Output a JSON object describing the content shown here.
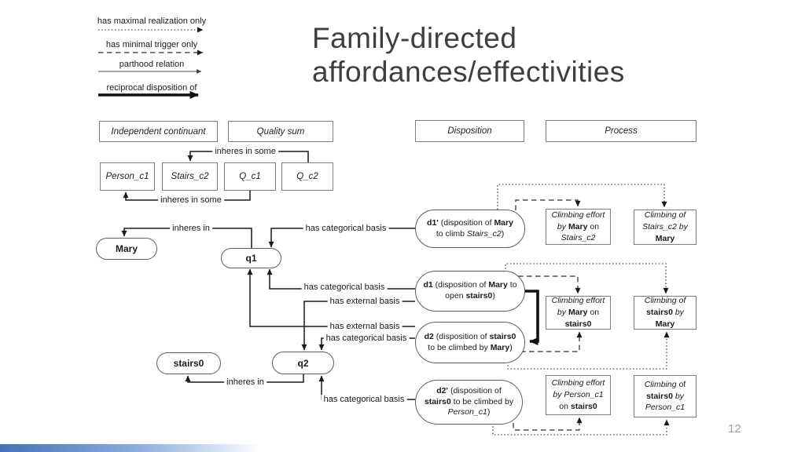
{
  "slide": {
    "title_line1": "Family-directed",
    "title_line2": "affordances/effectivities",
    "page_number": "12",
    "accent_bar_color": "#4472b8"
  },
  "legend": {
    "items": [
      {
        "label": "has maximal realization only",
        "style": "dotted-arrow"
      },
      {
        "label": "has minimal trigger only",
        "style": "dashed-arrow"
      },
      {
        "label": "parthood relation",
        "style": "thin-solid-arrow"
      },
      {
        "label": "reciprocal disposition of",
        "style": "thick-solid-arrow"
      }
    ]
  },
  "class_boxes": {
    "independent_continuant": "Independent continuant",
    "quality_sum": "Quality sum",
    "disposition": "Disposition",
    "process": "Process",
    "person_c1": "Person_c1",
    "stairs_c2": "Stairs_c2",
    "q_c1": "Q_c1",
    "q_c2": "Q_c2"
  },
  "instance_nodes": {
    "mary": "Mary",
    "q1": "q1",
    "q2": "q2",
    "stairs0": "stairs0"
  },
  "dispositions": {
    "d1p": [
      {
        "t": "d1'",
        "b": true
      },
      {
        "t": " (disposition of "
      },
      {
        "t": "Mary",
        "b": true
      },
      {
        "t": " to climb "
      },
      {
        "t": "Stairs_c2",
        "i": true
      },
      {
        "t": ")"
      }
    ],
    "d1": [
      {
        "t": "d1",
        "b": true
      },
      {
        "t": " (disposition of "
      },
      {
        "t": "Mary",
        "b": true
      },
      {
        "t": " to open "
      },
      {
        "t": "stairs0",
        "b": true
      },
      {
        "t": ")"
      }
    ],
    "d2": [
      {
        "t": "d2",
        "b": true
      },
      {
        "t": " (disposition of "
      },
      {
        "t": "stairs0",
        "b": true
      },
      {
        "t": " to be climbed by "
      },
      {
        "t": "Mary",
        "b": true
      },
      {
        "t": ")"
      }
    ],
    "d2p": [
      {
        "t": "d2'",
        "b": true
      },
      {
        "t": " (disposition of "
      },
      {
        "t": "stairs0",
        "b": true
      },
      {
        "t": " to be climbed by "
      },
      {
        "t": "Person_c1",
        "i": true
      },
      {
        "t": ")"
      }
    ]
  },
  "processes": {
    "row1_left": [
      {
        "t": "Climbing effort",
        "i": true
      },
      {
        "t": " by ",
        "i": true
      },
      {
        "t": "Mary",
        "b": true
      },
      {
        "t": " on "
      },
      {
        "t": "Stairs_c2",
        "i": true
      }
    ],
    "row1_right": [
      {
        "t": "Climbing of",
        "i": true
      },
      {
        "t": " "
      },
      {
        "t": "Stairs_c2 by",
        "i": true
      },
      {
        "t": " "
      },
      {
        "t": "Mary",
        "b": true
      }
    ],
    "row2_left": [
      {
        "t": "Climbing effort",
        "i": true
      },
      {
        "t": " by ",
        "i": true
      },
      {
        "t": "Mary",
        "b": true
      },
      {
        "t": " on "
      },
      {
        "t": "stairs0",
        "b": true
      }
    ],
    "row2_right": [
      {
        "t": "Climbing of",
        "i": true
      },
      {
        "t": " "
      },
      {
        "t": "stairs0",
        "b": true
      },
      {
        "t": " by ",
        "i": true
      },
      {
        "t": "Mary",
        "b": true
      }
    ],
    "row3_left": [
      {
        "t": "Climbing effort",
        "i": true
      },
      {
        "t": " by ",
        "i": true
      },
      {
        "t": "Person_c1",
        "i": true
      },
      {
        "t": " on "
      },
      {
        "t": "stairs0",
        "b": true
      }
    ],
    "row3_right": [
      {
        "t": "Climbing",
        "i": true
      },
      {
        "t": " of "
      },
      {
        "t": "stairs0",
        "b": true
      },
      {
        "t": " by ",
        "i": true
      },
      {
        "t": "Person_c1",
        "i": true
      }
    ]
  },
  "edge_labels": {
    "inheres_in_some_top": "inheres in some",
    "inheres_in_some_bottom": "inheres in some",
    "inheres_in_mary": "inheres in",
    "inheres_in_stairs0": "inheres in",
    "has_cat_d1p": "has categorical basis",
    "has_cat_d1": "has categorical basis",
    "has_ext_d1": "has external basis",
    "has_ext_d2": "has external basis",
    "has_cat_d2": "has categorical basis",
    "has_cat_d2p": "has categorical basis"
  }
}
